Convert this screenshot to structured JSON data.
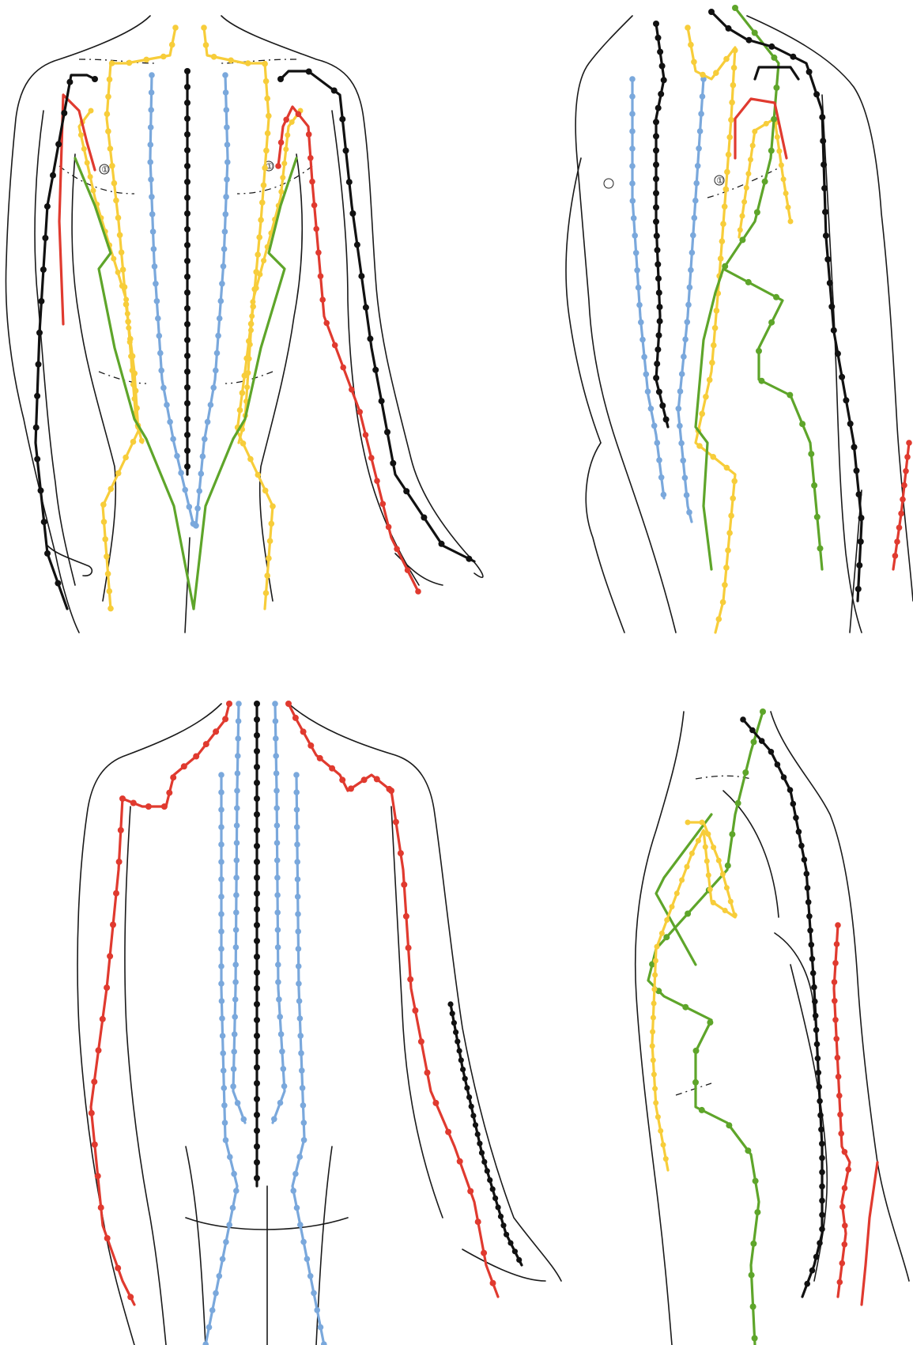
{
  "figure": {
    "panels": [
      {
        "id": "front",
        "view": "anterior"
      },
      {
        "id": "side-front",
        "view": "anterolateral"
      },
      {
        "id": "back",
        "view": "posterior"
      },
      {
        "id": "side",
        "view": "lateral"
      }
    ],
    "colors": {
      "black": "#111111",
      "red": "#e03a2f",
      "yellow": "#f7cd3a",
      "blue": "#7aa8dc",
      "purple": "#9b93d6",
      "green": "#5ea52a",
      "outline": "#1a1a1a"
    },
    "nipple_labels": [
      "①",
      "①",
      "①"
    ]
  }
}
